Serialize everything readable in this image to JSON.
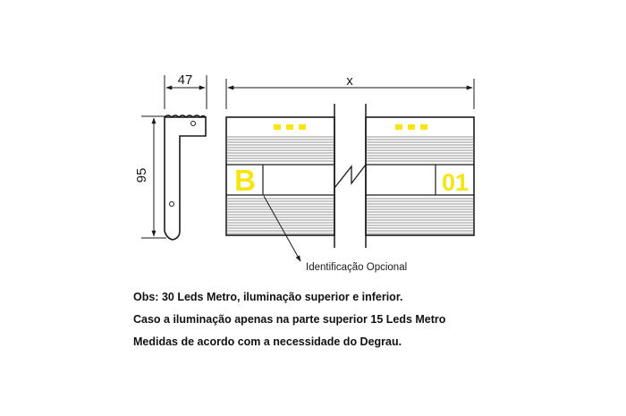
{
  "dimensions": {
    "width_label": "47",
    "height_label": "95",
    "length_label": "x"
  },
  "panel_left": {
    "letter": "B"
  },
  "panel_right": {
    "number": "01"
  },
  "callout": {
    "text": "Identificação Opcional"
  },
  "notes": [
    "Obs: 30 Leds Metro, iluminação superior  e inferior.",
    "Caso a iluminação apenas na parte superior 15 Leds Metro",
    "Medidas de acordo com a necessidade do Degrau."
  ],
  "colors": {
    "led": "#f5e60f",
    "label": "#f5e60f",
    "line": "#1a1a1a",
    "stripe": "#6e6e6e"
  }
}
